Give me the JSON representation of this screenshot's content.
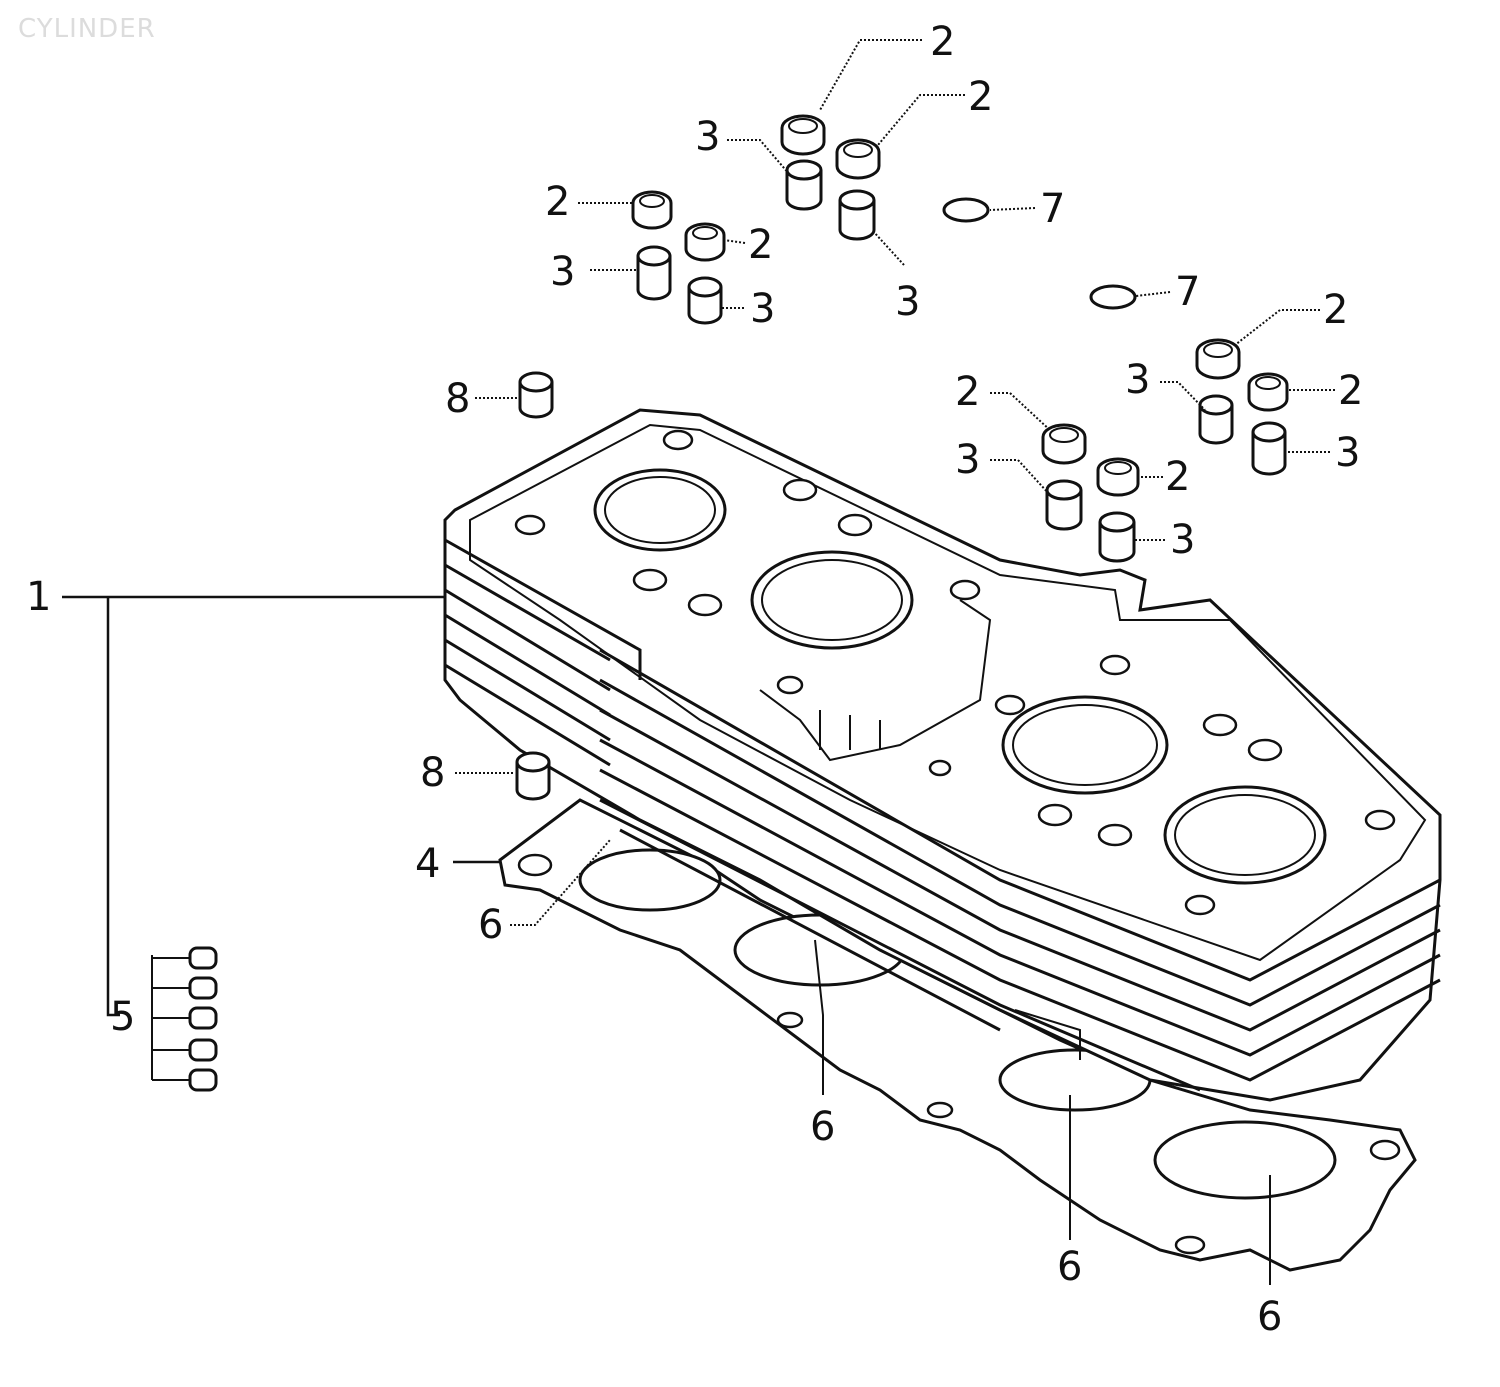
{
  "title": "CYLINDER",
  "callouts": {
    "c1": "1",
    "c2": "2",
    "c3": "3",
    "c4": "4",
    "c5": "5",
    "c6": "6",
    "c7": "7",
    "c8": "8"
  },
  "color": "#111111"
}
